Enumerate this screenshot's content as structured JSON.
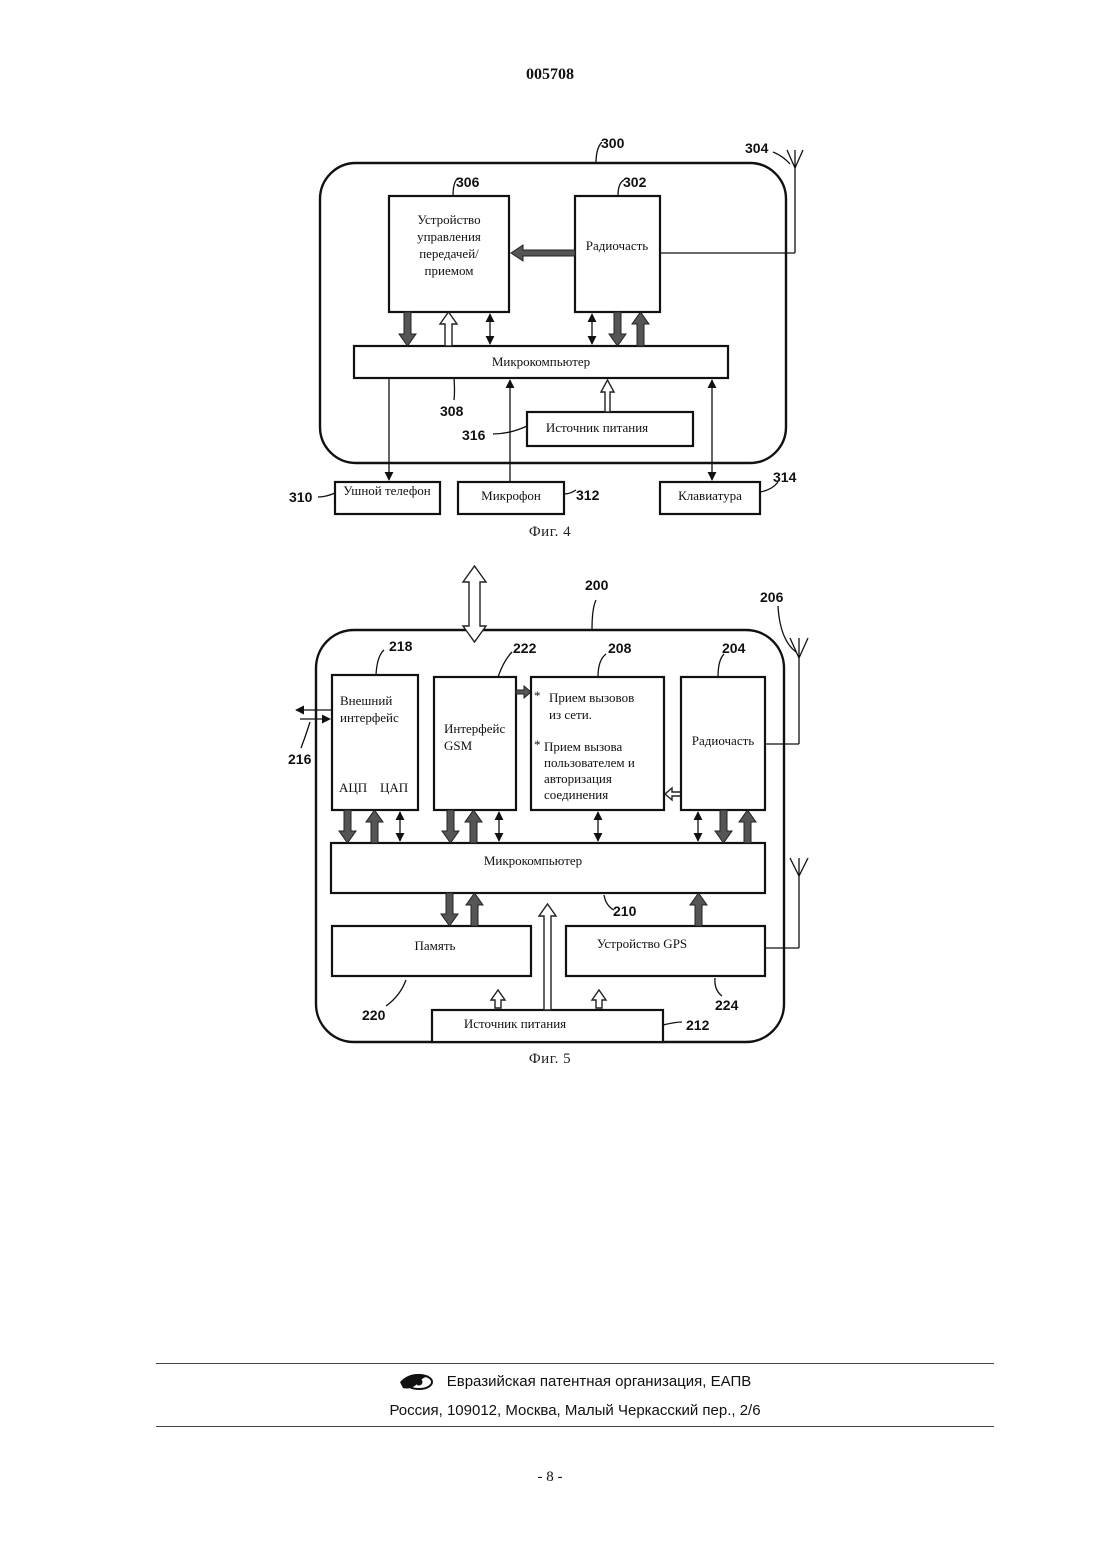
{
  "header": {
    "doc_number": "005708"
  },
  "fig4": {
    "caption": "Фиг. 4",
    "refs": {
      "outer": "300",
      "radio": "302",
      "antenna": "304",
      "control": "306",
      "micro": "308",
      "earphone": "310",
      "microphone": "312",
      "keyboard": "314",
      "power": "316"
    },
    "labels": {
      "control": [
        "Устройство",
        "управления",
        "передачей/",
        "приемом"
      ],
      "radio": "Радиочасть",
      "micro": "Микрокомпьютер",
      "power": "Источник питания",
      "earphone": "Ушной телефон",
      "microphone": "Микрофон",
      "keyboard": "Клавиатура"
    }
  },
  "fig5": {
    "caption": "Фиг. 5",
    "refs": {
      "outer": "200",
      "radio": "204",
      "antenna": "206",
      "calls": "208",
      "micro": "210",
      "power": "212",
      "ext_line": "216",
      "ext": "218",
      "memory": "220",
      "gsm": "222",
      "gps": "224"
    },
    "labels": {
      "ext": [
        "Внешний",
        "интерфейс"
      ],
      "adc": "АЦП",
      "dac": "ЦАП",
      "gsm": [
        "Интерфейс",
        "GSM"
      ],
      "calls_1": [
        "Прием вызовов",
        "из сети."
      ],
      "calls_2": [
        "Прием вызова",
        "пользователем и",
        "авторизация",
        "соединения"
      ],
      "radio": "Радиочасть",
      "micro": "Микрокомпьютер",
      "memory": "Память",
      "gps": "Устройство GPS",
      "power": "Источник питания"
    }
  },
  "footer": {
    "org": "Евразийская патентная организация, ЕАПВ",
    "address": "Россия, 109012, Москва, Малый Черкасский пер., 2/6"
  },
  "page_number": "- 8 -"
}
